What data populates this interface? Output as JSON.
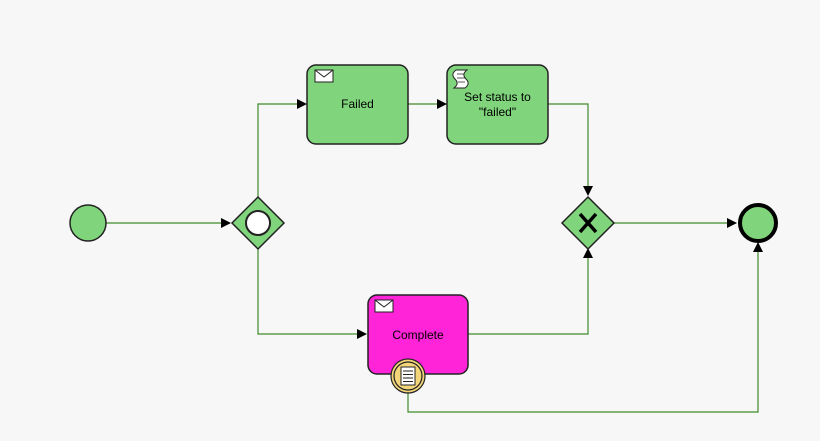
{
  "diagram": {
    "type": "bpmn-process",
    "colors": {
      "task_fill": "#80d47b",
      "highlight_fill": "#ff24d8",
      "flow_stroke": "#3f8a2a",
      "boundary_event_fill": "#f3d57a"
    },
    "nodes": {
      "start_event": {
        "label": ""
      },
      "gateway_split": {
        "label": "",
        "kind": "event-based"
      },
      "task_failed": {
        "label": "Failed",
        "icon": "envelope-icon"
      },
      "task_set_status": {
        "label_line1": "Set status to",
        "label_line2": "\"failed\"",
        "icon": "script-icon"
      },
      "task_complete": {
        "label": "Complete",
        "icon": "envelope-icon",
        "highlighted": true
      },
      "boundary_event": {
        "icon": "conditional-document-icon"
      },
      "gateway_join": {
        "label": "",
        "kind": "exclusive"
      },
      "end_event": {
        "label": ""
      }
    }
  }
}
